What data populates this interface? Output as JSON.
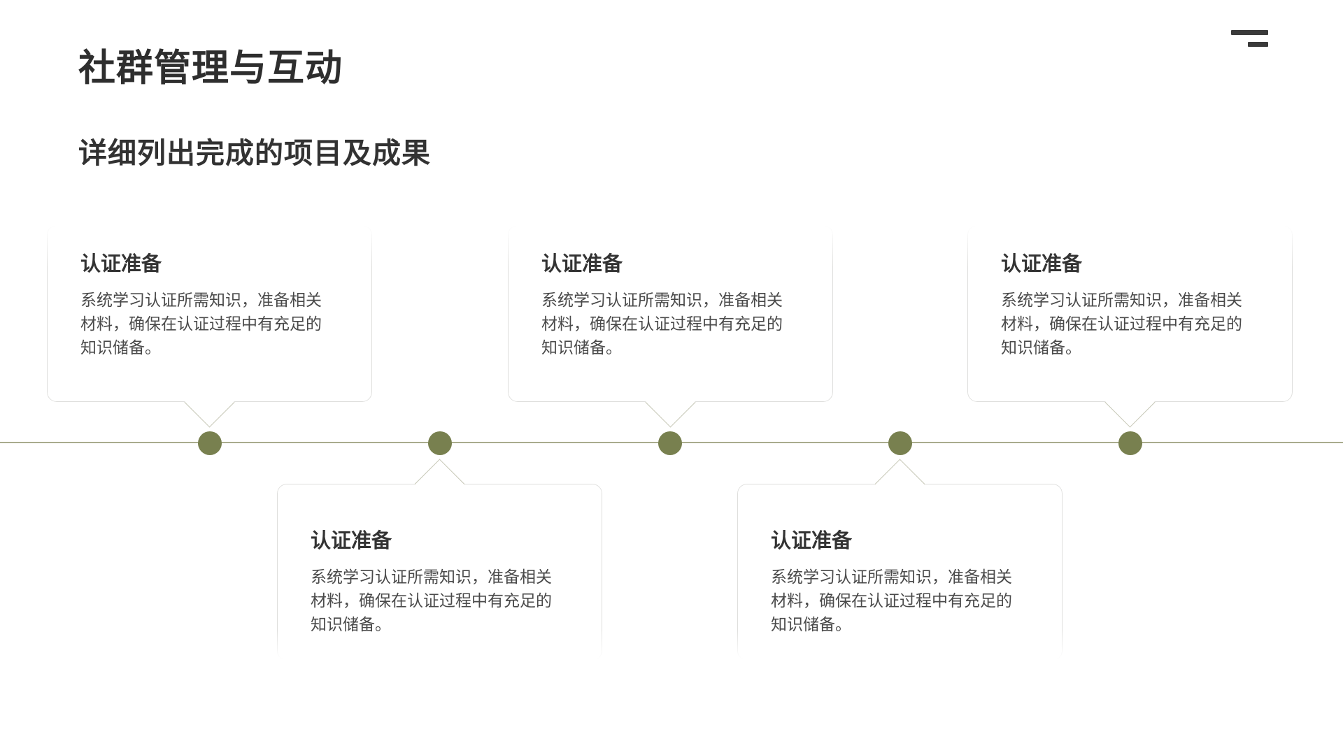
{
  "slide": {
    "title": "社群管理与互动",
    "subtitle": "详细列出完成的项目及成果"
  },
  "icons": {
    "menu": "hamburger-menu"
  },
  "timeline": {
    "orientation": "horizontal",
    "node_count": 5,
    "items": [
      {
        "index": 1,
        "position": "above-line",
        "title": "认证准备",
        "body": "系统学习认证所需知识，准备相关材料，确保在认证过程中有充足的知识储备。"
      },
      {
        "index": 2,
        "position": "below-line",
        "title": "认证准备",
        "body": "系统学习认证所需知识，准备相关材料，确保在认证过程中有充足的知识储备。"
      },
      {
        "index": 3,
        "position": "above-line",
        "title": "认证准备",
        "body": "系统学习认证所需知识，准备相关材料，确保在认证过程中有充足的知识储备。"
      },
      {
        "index": 4,
        "position": "below-line",
        "title": "认证准备",
        "body": "系统学习认证所需知识，准备相关材料，确保在认证过程中有充足的知识储备。"
      },
      {
        "index": 5,
        "position": "above-line",
        "title": "认证准备",
        "body": "系统学习认证所需知识，准备相关材料，确保在认证过程中有充足的知识储备。"
      }
    ]
  },
  "colors": {
    "dot": "#78804f",
    "line": "#a9ab8d",
    "card_border": "#dededc",
    "tail_line": "#c6c7b6",
    "title_text": "#2e2e2e",
    "heading_text": "#333333",
    "body_text": "#4a4a4a",
    "icon": "#3a3a3a"
  }
}
